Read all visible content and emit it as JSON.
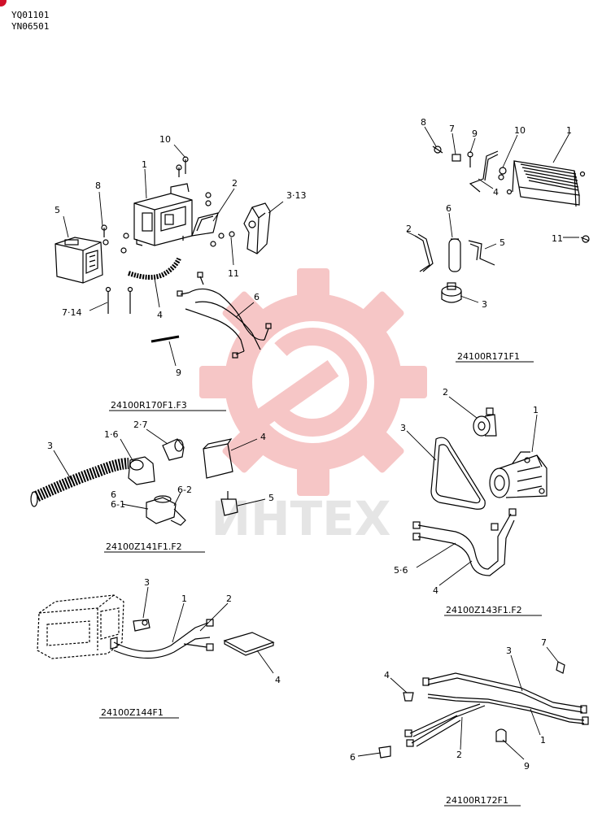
{
  "header": {
    "code_1": "YQ01101",
    "code_2": "YN06501"
  },
  "colors": {
    "ink": "#000000",
    "watermark": "#f4b3b3",
    "corner_mark": "#d0102a",
    "watermark_text": "#e5e5e5"
  },
  "watermark": {
    "text": "ИНТЕХ"
  },
  "groups": [
    {
      "code": "24100R170F1.F3",
      "callouts": [
        "10",
        "1",
        "8",
        "2",
        "3·13",
        "5",
        "11",
        "6",
        "7·14",
        "4",
        "9"
      ]
    },
    {
      "code": "24100R171F1",
      "callouts": [
        "8",
        "7",
        "9",
        "10",
        "1",
        "4",
        "6",
        "2",
        "5",
        "11",
        "3"
      ]
    },
    {
      "code": "24100Z141F1.F2",
      "callouts": [
        "3",
        "1·6",
        "2·7",
        "4",
        "6",
        "6-1",
        "6-2",
        "5"
      ]
    },
    {
      "code": "24100Z143F1.F2",
      "callouts": [
        "2",
        "1",
        "3",
        "5·6",
        "4"
      ]
    },
    {
      "code": "24100Z144F1",
      "callouts": [
        "3",
        "1",
        "2",
        "4"
      ]
    },
    {
      "code": "24100R172F1",
      "callouts": [
        "3",
        "7",
        "4",
        "1",
        "2",
        "6",
        "9"
      ]
    }
  ]
}
